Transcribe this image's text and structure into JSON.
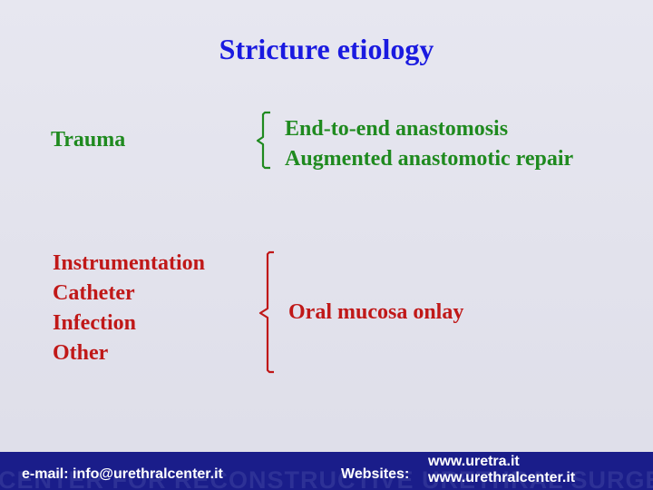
{
  "slide": {
    "title": "Stricture etiology",
    "trauma": "Trauma",
    "trauma_repairs": [
      "End-to-end anastomosis",
      "Augmented anastomotic repair"
    ],
    "causes": [
      "Instrumentation",
      "Catheter",
      "Infection",
      "Other"
    ],
    "onlay": "Oral mucosa onlay"
  },
  "footer": {
    "watermark": "CENTER FOR RECONSTRUCTIVE URETHRAL SURGERY",
    "email": "e-mail: info@urethralcenter.it",
    "websites_label": "Websites:",
    "sites": [
      "www.uretra.it",
      "www.urethralcenter.it"
    ]
  },
  "colors": {
    "title": "#1a1ae0",
    "green": "#1f8a1f",
    "red": "#c01818",
    "footer_bg": "#1a1d8a"
  }
}
